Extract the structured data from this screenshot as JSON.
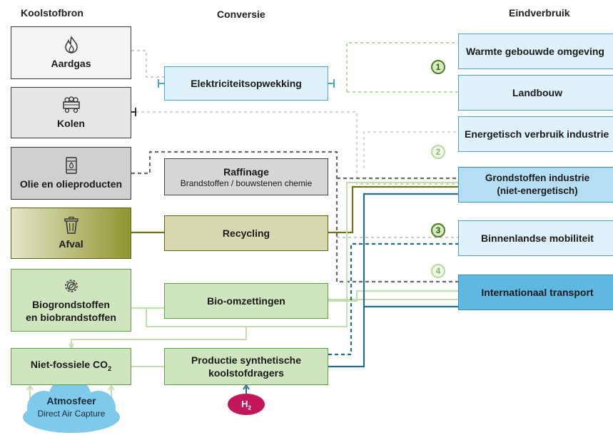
{
  "headers": {
    "source": "Koolstofbron",
    "conversion": "Conversie",
    "end_use": "Eindverbruik"
  },
  "sources": {
    "aardgas": "Aardgas",
    "kolen": "Kolen",
    "olie": "Olie en olieproducten",
    "afval": "Afval",
    "bio": "Biogrondstoffen en biobrandstoffen",
    "bio_line1": "Biogrondstoffen",
    "bio_line2": "en biobrandstoffen",
    "co2_text": "Niet-fossiele CO",
    "co2_sub": "2"
  },
  "conversions": {
    "elektriciteit": "Elektriciteitsopwekking",
    "raffinage": "Raffinage",
    "raffinage_sub": "Brandstoffen / bouwstenen chemie",
    "recycling": "Recycling",
    "bio_omzettingen": "Bio-omzettingen",
    "synthetisch_line1": "Productie synthetische",
    "synthetisch_line2": "koolstofdragers"
  },
  "end_uses": {
    "warmte": "Warmte gebouwde omgeving",
    "landbouw": "Landbouw",
    "energetisch": "Energetisch verbruik industrie",
    "grondstoffen_line1": "Grondstoffen industrie",
    "grondstoffen_line2": "(niet-energetisch)",
    "mobiliteit": "Binnenlandse mobiliteit",
    "transport": "Internationaal transport"
  },
  "markers": [
    "1",
    "2",
    "3",
    "4"
  ],
  "extra": {
    "h2_main": "H",
    "h2_sub": "2",
    "atmosfeer": "Atmosfeer",
    "dac": "Direct Air Capture"
  },
  "icons": [
    "flame-icon",
    "coal-cart-icon",
    "oil-barrel-icon",
    "trash-bin-icon",
    "gear-leaf-icon"
  ],
  "colors": {
    "aardgas_fill": "#f4f4f4",
    "kolen_fill": "#e6e6e6",
    "olie_fill": "#d0d0d0",
    "afval_fill": "#c8cc8e",
    "afval_line": "#6e7416",
    "bio_fill": "#cfe5bf",
    "bio_line": "#c3deab",
    "green_border": "#5f9f48",
    "end_fill": "#dff1fb",
    "transport_fill": "#5fb8e0",
    "blue_dark": "#1f6e8c",
    "h2_fill": "#c2185b",
    "cloud_fill": "#7fcaea",
    "dotted_gray": "#8a8a8a"
  }
}
